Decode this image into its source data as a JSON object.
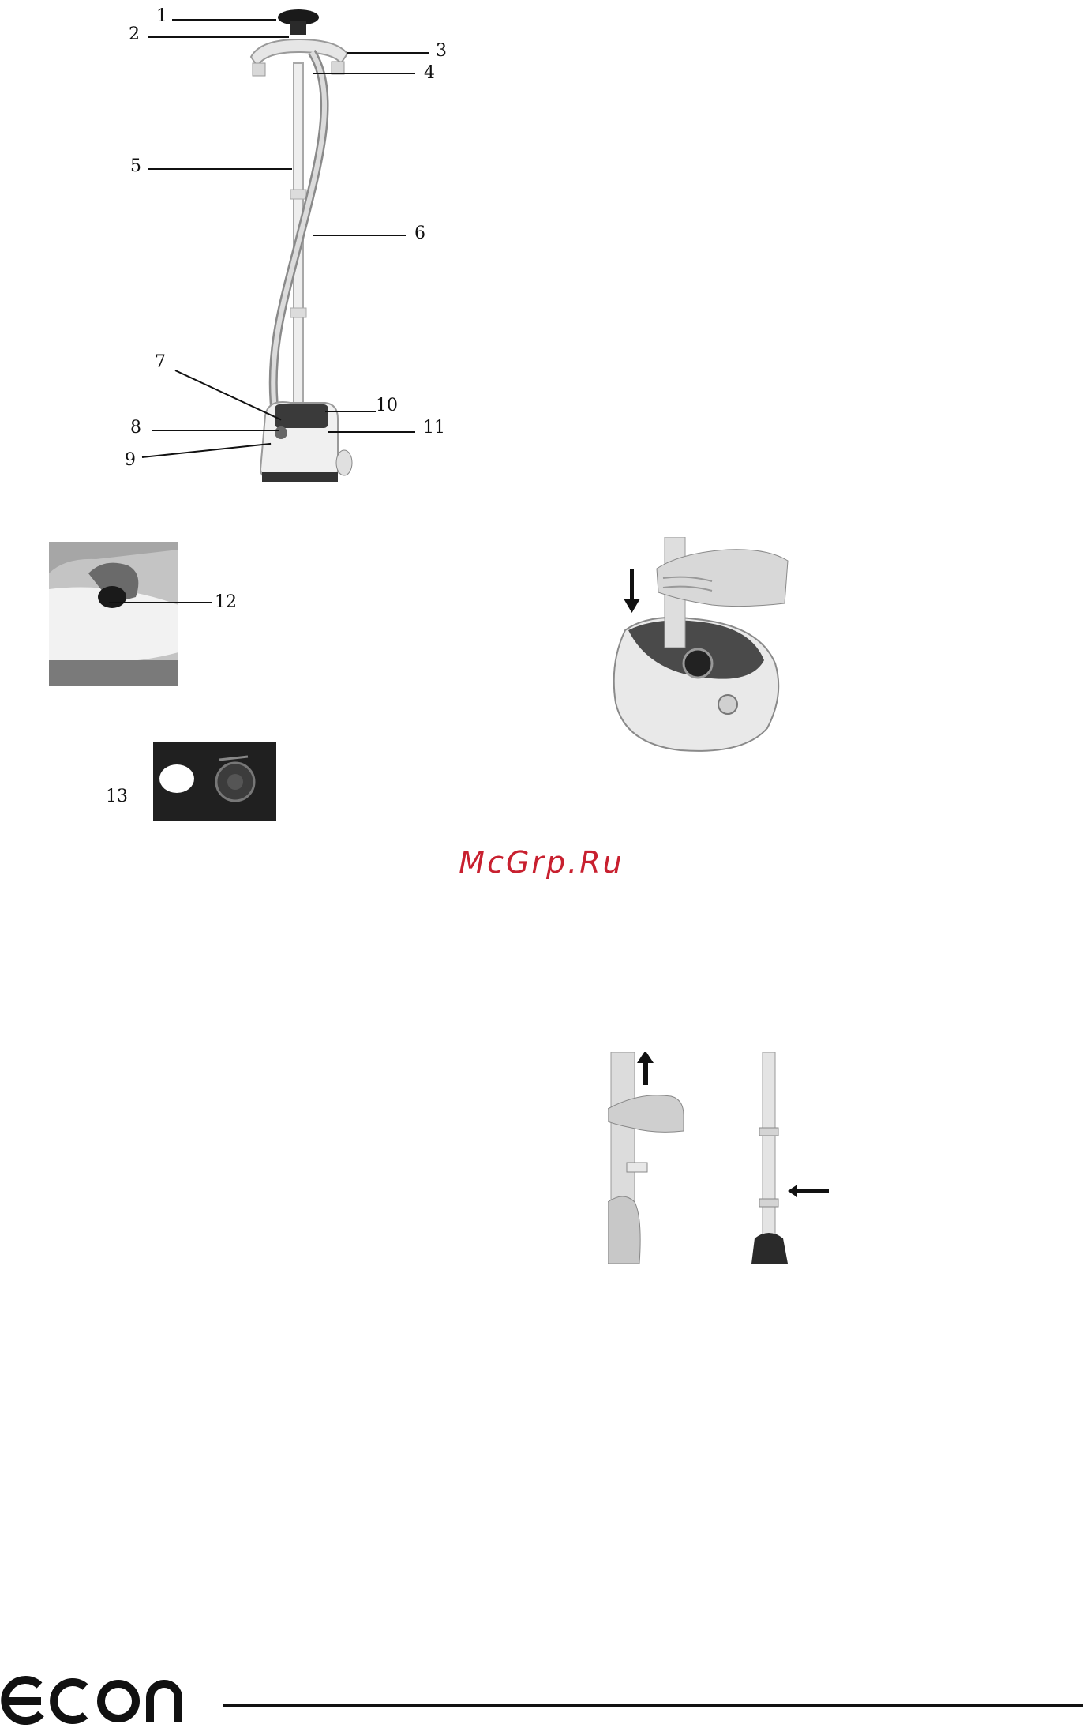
{
  "diagram": {
    "callouts": [
      "1",
      "2",
      "3",
      "4",
      "5",
      "6",
      "7",
      "8",
      "9",
      "10",
      "11",
      "12",
      "13"
    ]
  },
  "watermark": {
    "text": "McGrp.Ru",
    "color": "#c8202f"
  },
  "footer": {
    "logo": "econ"
  }
}
